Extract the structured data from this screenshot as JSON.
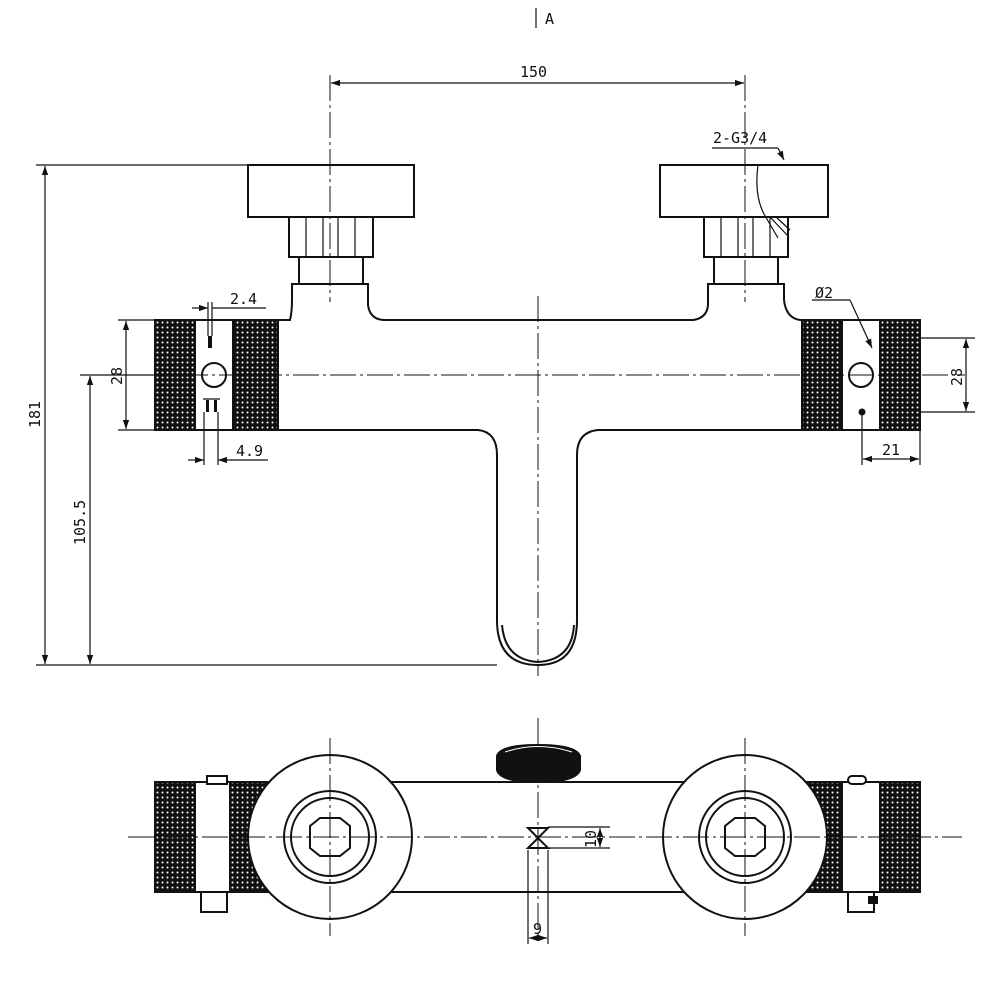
{
  "section_marker": "A",
  "dimensions": {
    "inlet_spacing": "150",
    "inlet_thread": "2-G3/4",
    "overall_height": "181",
    "outlet_height": "105.5",
    "body_diameter_left": "28",
    "body_diameter_right": "28",
    "slot_width": "2.4",
    "pin_offset": "4.9",
    "hole_diameter": "Ø2",
    "hole_offset": "21",
    "bottom_offset_vertical": "10",
    "bottom_offset_horizontal": "9"
  },
  "colors": {
    "line": "#111111",
    "background": "#ffffff"
  }
}
